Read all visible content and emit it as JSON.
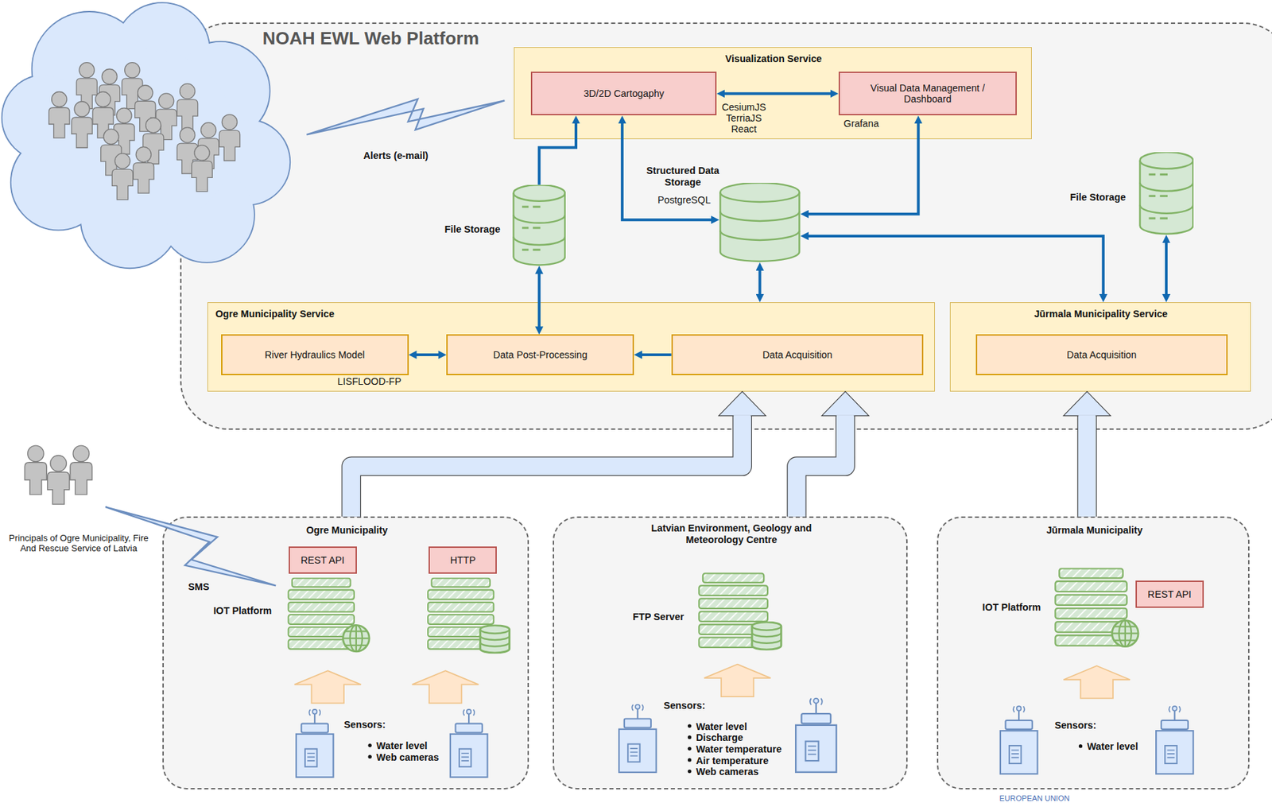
{
  "diagram": {
    "nodes": [
      {
        "text": [
          "NOAH EWL Web Platform"
        ]
      },
      {
        "text": [
          "Visualization Service"
        ],
        "in": 0
      },
      {
        "text": [
          "3D/2D Cartogaphy"
        ],
        "in": 1
      },
      {
        "text": [
          "Visual Data Management / Dashboard"
        ],
        "in": 1
      },
      {
        "text": [
          "File Storage"
        ],
        "in": 0
      },
      {
        "text": [
          "Structured Data Storage",
          "PostgreSQL"
        ],
        "in": 0
      },
      {
        "text": [
          "File Storage"
        ],
        "in": 0
      },
      {
        "text": [
          "Ogre Municipality Service"
        ],
        "in": 0
      },
      {
        "text": [
          "River Hydraulics Model"
        ],
        "in": 7
      },
      {
        "text": [
          "Data Post-Processing"
        ],
        "in": 7
      },
      {
        "text": [
          "Data Acquisition"
        ],
        "in": 7
      },
      {
        "text": [
          "Jūrmala Municipality Service"
        ],
        "in": 0
      },
      {
        "text": [
          "Data Acquisition"
        ],
        "in": 11
      },
      {
        "text": [
          "Ogre Municipality"
        ]
      },
      {
        "text": [
          "REST API"
        ],
        "in": 13
      },
      {
        "text": [
          "HTTP"
        ],
        "in": 13
      },
      {
        "text": [
          "Latvian Environment, Geology and Meteorology Centre"
        ]
      },
      {
        "text": [
          "Jūrmala Municipality"
        ]
      },
      {
        "text": [
          "REST API"
        ],
        "in": 17
      }
    ],
    "edges": [
      {
        "from": 2,
        "to": 3,
        "arrow": "both"
      },
      {
        "from": 4,
        "to": 2,
        "arrow": "to"
      },
      {
        "from": 2,
        "to": 5,
        "arrow": "both"
      },
      {
        "from": 5,
        "to": 3,
        "arrow": "both"
      },
      {
        "from": 4,
        "to": 9,
        "arrow": "both"
      },
      {
        "from": 5,
        "to": 7,
        "arrow": "both"
      },
      {
        "from": 10,
        "to": 9,
        "arrow": "to"
      },
      {
        "from": 8,
        "to": 9,
        "arrow": "both"
      },
      {
        "from": 5,
        "to": 11,
        "arrow": "both"
      },
      {
        "from": 6,
        "to": 11,
        "arrow": "both"
      },
      {
        "from": 13,
        "to": 7,
        "arrow": "to"
      },
      {
        "from": 16,
        "to": 7,
        "arrow": "to"
      },
      {
        "from": 17,
        "to": 11,
        "arrow": "to"
      }
    ],
    "labels": [
      "Alerts (e-mail)",
      "CesiumJS TerriaJS React",
      "Grafana",
      "LISFLOOD-FP",
      "SMS",
      "IOT Platform",
      "Principals of Ogre Municipality, Fire And Rescue Service of Latvia",
      "Sensors:",
      "Water level",
      "Web cameras",
      "FTP Server",
      "Sensors:",
      "Water level",
      "Discharge",
      "Water temperature",
      "Air temperature",
      "Web cameras",
      "IOT Platform",
      "Sensors:",
      "Water level",
      "EUROPEAN UNION"
    ]
  }
}
